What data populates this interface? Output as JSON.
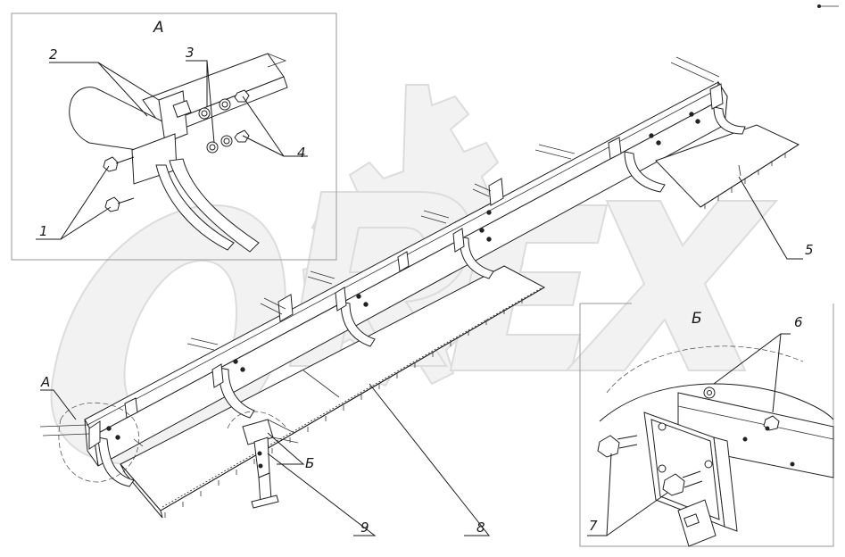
{
  "callouts": {
    "view_a_title": "А",
    "view_b_title": "Б",
    "marker_a": "А",
    "marker_b": "Б",
    "n1": "1",
    "n2": "2",
    "n3": "3",
    "n4": "4",
    "n5": "5",
    "n6": "6",
    "n7": "7",
    "n8": "8",
    "n9": "9"
  },
  "watermark": {
    "text": "OREX"
  },
  "colors": {
    "line": "#1a1a1a",
    "watermark": "#d6d6d6",
    "frame": "#9a9a9a",
    "background": "#ffffff"
  }
}
